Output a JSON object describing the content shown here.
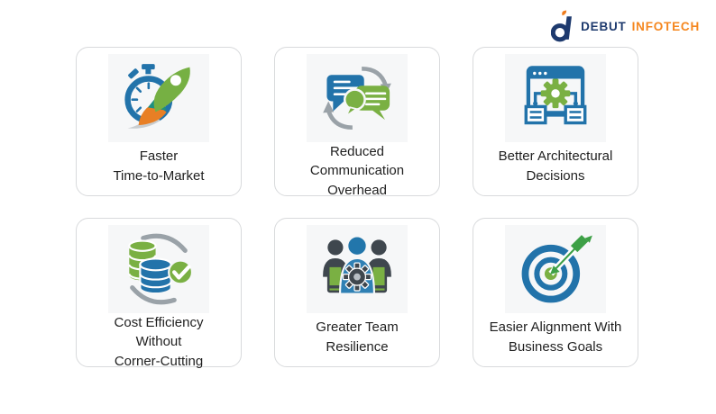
{
  "brand": {
    "name_primary": "DEBUT",
    "name_secondary": "INFOTECH",
    "logo_icon": "debut-d-icon",
    "navy": "#1e3a6e",
    "orange": "#f5871f"
  },
  "cards": [
    {
      "label": "Faster\nTime-to-Market",
      "icon": "stopwatch-rocket-icon"
    },
    {
      "label": "Reduced\nCommunication\nOverhead",
      "icon": "chat-exchange-icon"
    },
    {
      "label": "Better Architectural\nDecisions",
      "icon": "browser-gear-icon"
    },
    {
      "label": "Cost Efficiency\nWithout\nCorner-Cutting",
      "icon": "coins-checkmark-icon"
    },
    {
      "label": "Greater Team\nResilience",
      "icon": "team-gear-icon"
    },
    {
      "label": "Easier Alignment With\nBusiness Goals",
      "icon": "target-arrow-icon"
    }
  ],
  "palette": {
    "icon_blue": "#2273aa",
    "icon_green": "#7ab043",
    "icon_teal": "#1d8f80",
    "icon_orange": "#e87f25",
    "icon_gray": "#9aa2a8",
    "icon_dark_gray": "#3f474e",
    "arrow_green": "#3da046",
    "text": "#1f1f1f",
    "card_border": "#d8dadc",
    "icon_background": "#f6f7f8",
    "page_background": "#ffffff"
  }
}
